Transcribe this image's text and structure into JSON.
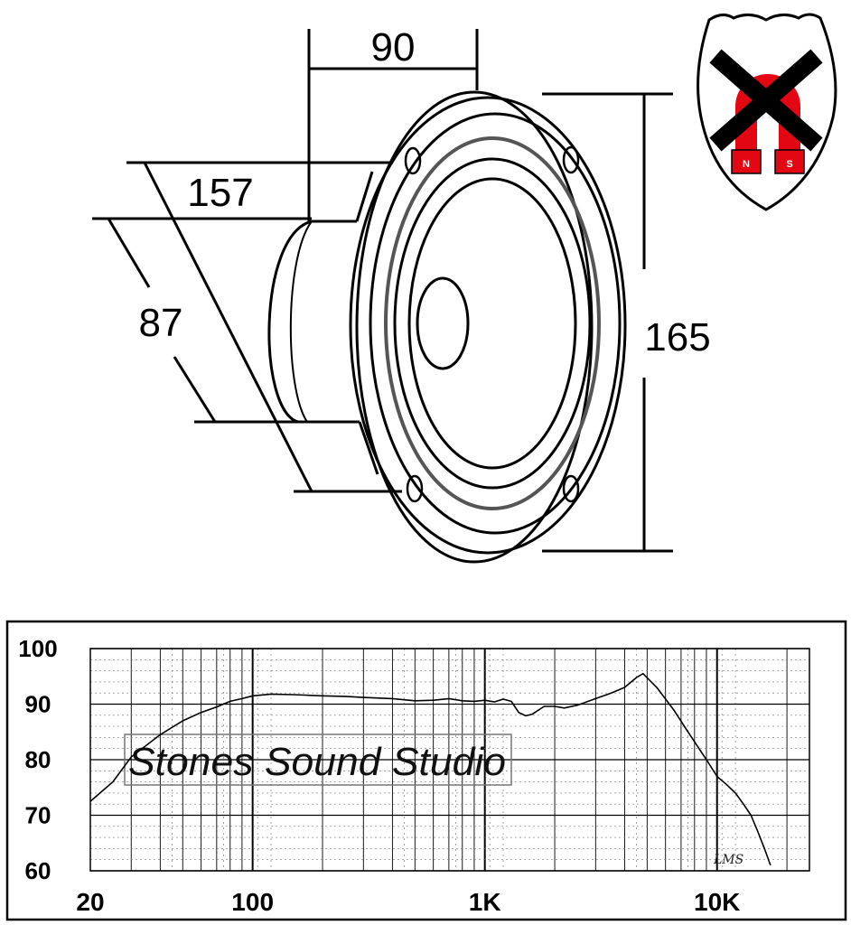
{
  "dimensions": {
    "magnet_depth": "90",
    "overall_depth": "157",
    "magnet_diameter": "87",
    "outer_diameter": "165"
  },
  "badge": {
    "north_label": "N",
    "south_label": "S",
    "icon": "non-magnetic-shielded-badge",
    "magnet_color": "#e30613",
    "cross_color": "#000000"
  },
  "watermark": "Stones Sound Studio",
  "signature": "LMS",
  "chart_data": {
    "type": "line",
    "x_scale": "log",
    "xlim": [
      20,
      25000
    ],
    "ylim": [
      60,
      100
    ],
    "yticks": [
      100,
      90,
      80,
      70,
      60
    ],
    "ytick_labels": [
      "100",
      "90",
      "80",
      "70",
      "60"
    ],
    "xtick_values": [
      20,
      100,
      1000,
      10000
    ],
    "xtick_labels": [
      "20",
      "100",
      "1K",
      "10K"
    ],
    "grid": true,
    "series": [
      {
        "color": "#000000",
        "x": [
          20,
          25,
          30,
          40,
          50,
          60,
          70,
          80,
          90,
          100,
          120,
          150,
          200,
          250,
          300,
          400,
          500,
          600,
          700,
          800,
          900,
          1000,
          1100,
          1200,
          1300,
          1400,
          1500,
          1600,
          1800,
          2000,
          2200,
          2500,
          3000,
          3500,
          4000,
          4500,
          4800,
          5500,
          6500,
          7500,
          9000,
          10000,
          11000,
          12000,
          13000,
          14000,
          15000,
          16000,
          17000
        ],
        "y": [
          72.5,
          76.0,
          80.5,
          84.5,
          87.0,
          88.5,
          89.5,
          90.5,
          91.0,
          91.5,
          91.8,
          91.7,
          91.5,
          91.4,
          91.2,
          91.0,
          90.6,
          90.7,
          91.0,
          90.6,
          90.5,
          90.7,
          90.4,
          90.9,
          90.5,
          88.5,
          87.9,
          88.2,
          89.6,
          89.6,
          89.3,
          89.8,
          91.0,
          92.0,
          93.0,
          94.8,
          95.5,
          93.0,
          89.0,
          85.0,
          80.0,
          77.0,
          75.5,
          74.0,
          72.0,
          70.0,
          67.0,
          64.0,
          61.0
        ]
      }
    ]
  }
}
